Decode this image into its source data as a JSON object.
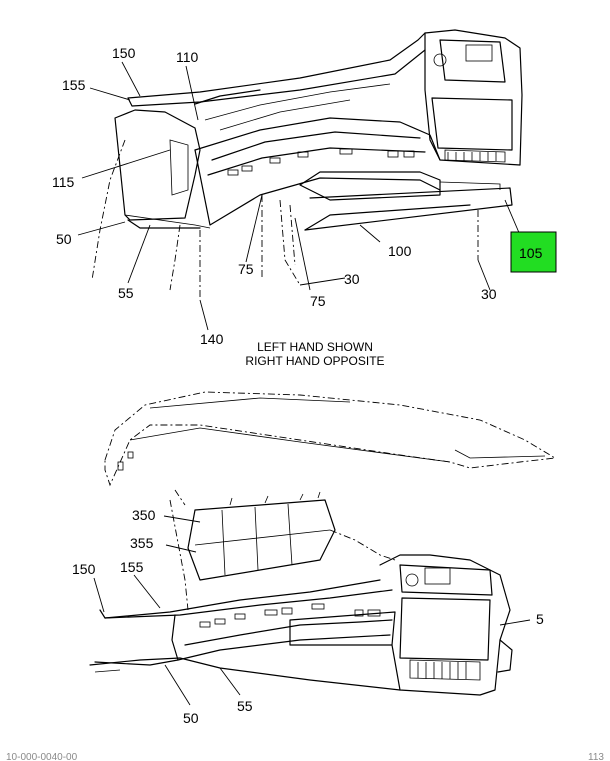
{
  "callouts_top": {
    "c150": "150",
    "c155": "155",
    "c110": "110",
    "c115": "115",
    "c50": "50",
    "c55": "55",
    "c75a": "75",
    "c75b": "75",
    "c140": "140",
    "c30a": "30",
    "c100": "100",
    "c30b": "30",
    "c105": "105"
  },
  "note": {
    "line1": "LEFT HAND SHOWN",
    "line2": "RIGHT HAND OPPOSITE"
  },
  "callouts_bottom": {
    "c350": "350",
    "c355": "355",
    "c150": "150",
    "c155": "155",
    "c5": "5",
    "c50": "50",
    "c55": "55"
  },
  "footer": {
    "left": "10-000-0040-00",
    "right": "113"
  },
  "highlight_color": "#22dd22"
}
